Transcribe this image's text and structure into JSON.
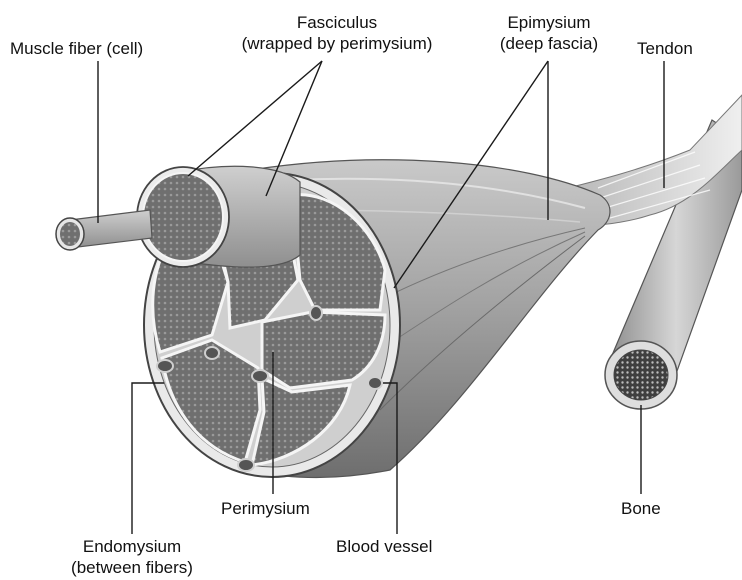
{
  "labels": {
    "muscle_fiber": "Muscle fiber (cell)",
    "fasciculus_line1": "Fasciculus",
    "fasciculus_line2": "(wrapped by perimysium)",
    "epimysium_line1": "Epimysium",
    "epimysium_line2": "(deep fascia)",
    "tendon": "Tendon",
    "perimysium": "Perimysium",
    "bone": "Bone",
    "endomysium_line1": "Endomysium",
    "endomysium_line2": "(between fibers)",
    "blood_vessel": "Blood vessel"
  },
  "colors": {
    "muscle_light": "#e6e6e6",
    "muscle_dark": "#8a8a8a",
    "fiber_fill": "#7a7a7a",
    "section_bg": "#dcdcdc",
    "line": "#1a1a1a"
  }
}
